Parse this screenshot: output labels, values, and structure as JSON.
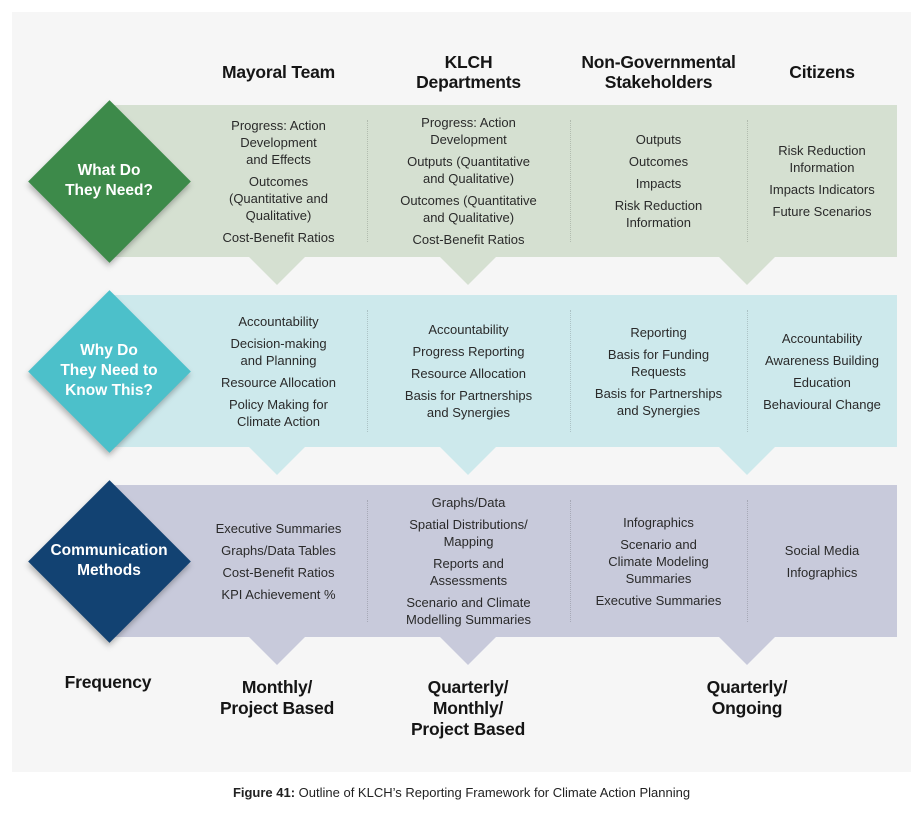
{
  "columns": [
    "Mayoral Team",
    "KLCH\nDepartments",
    "Non-Governmental\nStakeholders",
    "Citizens"
  ],
  "rows": [
    {
      "label": "What Do\nThey Need?",
      "color": "#3d8a4a",
      "cells": [
        [
          "Progress: Action\nDevelopment\nand Effects",
          "Outcomes\n(Quantitative and\nQualitative)",
          "Cost-Benefit Ratios"
        ],
        [
          "Progress: Action\nDevelopment",
          "Outputs (Quantitative\nand Qualitative)",
          "Outcomes (Quantitative\nand Qualitative)",
          "Cost-Benefit Ratios"
        ],
        [
          "Outputs",
          "Outcomes",
          "Impacts",
          "Risk Reduction\nInformation"
        ],
        [
          "Risk Reduction\nInformation",
          "Impacts Indicators",
          "Future Scenarios"
        ]
      ]
    },
    {
      "label": "Why Do\nThey Need to\nKnow This?",
      "color": "#4cc0ca",
      "cells": [
        [
          "Accountability",
          "Decision-making\nand Planning",
          "Resource Allocation",
          "Policy Making for\nClimate Action"
        ],
        [
          "Accountability",
          "Progress Reporting",
          "Resource Allocation",
          "Basis for Partnerships\nand Synergies"
        ],
        [
          "Reporting",
          "Basis for Funding\nRequests",
          "Basis for Partnerships\nand Synergies"
        ],
        [
          "Accountability",
          "Awareness Building",
          "Education",
          "Behavioural Change"
        ]
      ]
    },
    {
      "label": "Communication\nMethods",
      "color": "#124272",
      "cells": [
        [
          "Executive Summaries",
          "Graphs/Data Tables",
          "Cost-Benefit Ratios",
          "KPI Achievement %"
        ],
        [
          "Graphs/Data",
          "Spatial Distributions/\nMapping",
          "Reports and\nAssessments",
          "Scenario and Climate\nModelling Summaries"
        ],
        [
          "Infographics",
          "Scenario and\nClimate Modeling\nSummaries",
          "Executive Summaries"
        ],
        [
          "Social Media",
          "Infographics"
        ]
      ]
    }
  ],
  "frequency": {
    "label": "Frequency",
    "values": [
      "Monthly/\nProject Based",
      "Quarterly/\nMonthly/\nProject Based",
      "Quarterly/\nOngoing"
    ]
  },
  "caption": {
    "bold": "Figure 41:",
    "text": " Outline of KLCH’s Reporting Framework for Climate Action Planning"
  }
}
